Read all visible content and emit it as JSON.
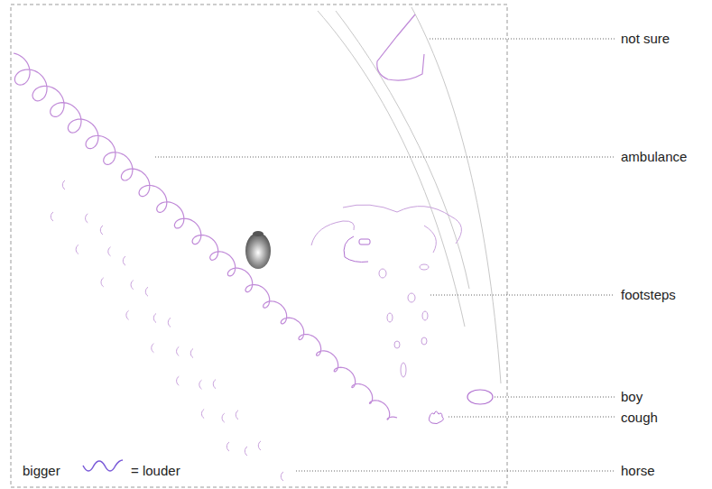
{
  "diagram": {
    "labels": [
      "not sure",
      "ambulance",
      "footsteps",
      "boy",
      "cough",
      "horse",
      "bigger",
      "= louder"
    ]
  }
}
